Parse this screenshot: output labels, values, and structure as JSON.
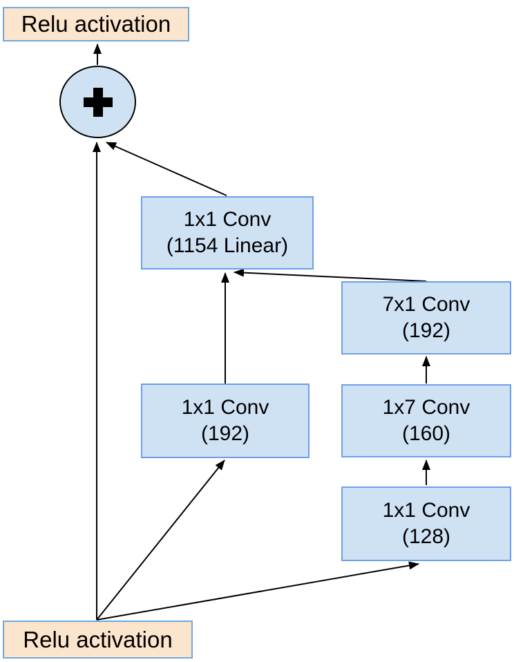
{
  "diagram": {
    "nodes": {
      "output_activation": {
        "label": "Relu activation"
      },
      "sum": {
        "symbol": "+"
      },
      "conv_linear": {
        "line1": "1x1 Conv",
        "line2": "(1154 Linear)"
      },
      "conv_7x1": {
        "line1": "7x1 Conv",
        "line2": "(192)"
      },
      "conv_1x1_192": {
        "line1": "1x1 Conv",
        "line2": "(192)"
      },
      "conv_1x7": {
        "line1": "1x7 Conv",
        "line2": "(160)"
      },
      "conv_1x1_128": {
        "line1": "1x1 Conv",
        "line2": "(128)"
      },
      "input_activation": {
        "label": "Relu activation"
      }
    },
    "edges": [
      {
        "from": "sum",
        "to": "output_activation"
      },
      {
        "from": "input_activation",
        "to": "sum"
      },
      {
        "from": "conv_linear",
        "to": "sum"
      },
      {
        "from": "conv_1x1_192",
        "to": "conv_linear"
      },
      {
        "from": "conv_7x1",
        "to": "conv_linear"
      },
      {
        "from": "conv_1x7",
        "to": "conv_7x1"
      },
      {
        "from": "conv_1x1_128",
        "to": "conv_1x7"
      },
      {
        "from": "input_activation",
        "to": "conv_1x1_192"
      },
      {
        "from": "input_activation",
        "to": "conv_1x1_128"
      }
    ],
    "colors": {
      "conv_fill": "#cfe2f3",
      "conv_border": "#6d9eeb",
      "activation_fill": "#fce5cd",
      "activation_border": "#6fa8dc",
      "sum_fill": "#cfe2f3",
      "sum_border": "#000000",
      "arrow": "#000000"
    }
  }
}
